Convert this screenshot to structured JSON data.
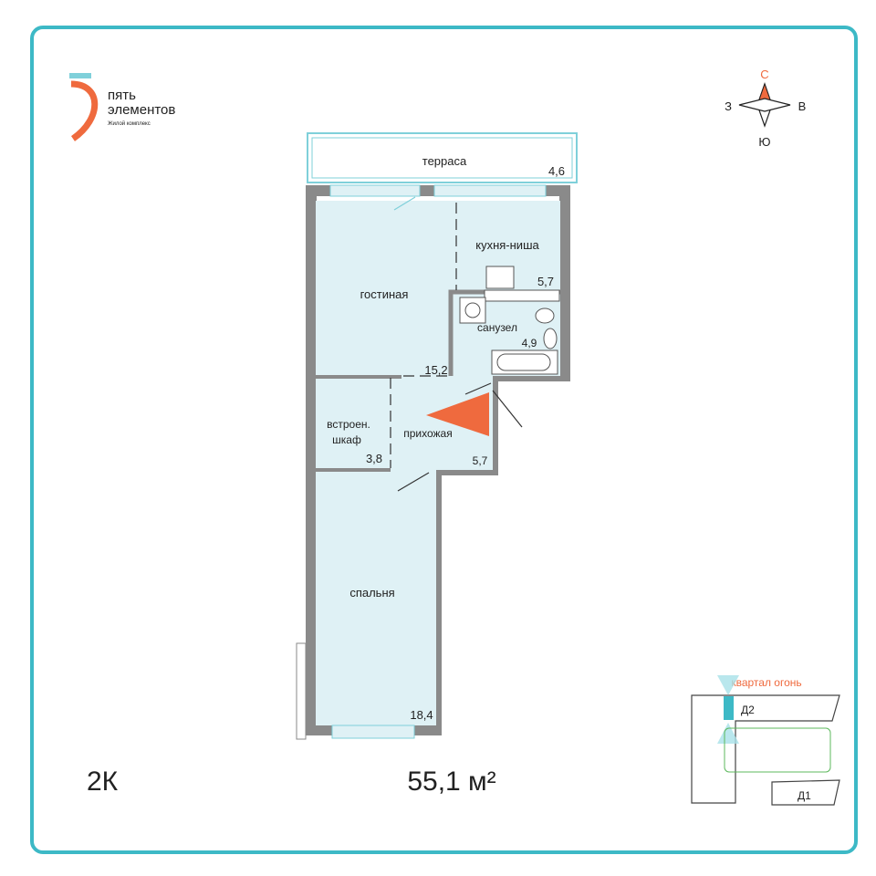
{
  "logo": {
    "line1": "пять",
    "line2": "элементов",
    "subtitle": "Жилой комплекс"
  },
  "compass": {
    "north": "С",
    "south": "Ю",
    "west": "З",
    "east": "В"
  },
  "rooms": {
    "terrace": {
      "label": "терраса",
      "area": "4,6"
    },
    "living": {
      "label": "гостиная",
      "area": "15,2"
    },
    "kitchen": {
      "label": "кухня-ниша",
      "area": "5,7"
    },
    "bathroom": {
      "label": "санузел",
      "area": "4,9"
    },
    "closet": {
      "label1": "встроен.",
      "label2": "шкаф",
      "area": "3,8"
    },
    "hallway": {
      "label": "прихожая",
      "area": "5,7"
    },
    "bedroom": {
      "label": "спальня",
      "area": "18,4"
    }
  },
  "apartment": {
    "type": "2К",
    "total_area": "55,1 м²"
  },
  "site_plan": {
    "quarter": "квартал огонь",
    "building_d2": "Д2",
    "building_d1": "Д1"
  },
  "colors": {
    "frame": "#3db9c6",
    "room_fill": "#dff1f5",
    "accent": "#ef6a3e",
    "wall": "#8a8a8a"
  }
}
